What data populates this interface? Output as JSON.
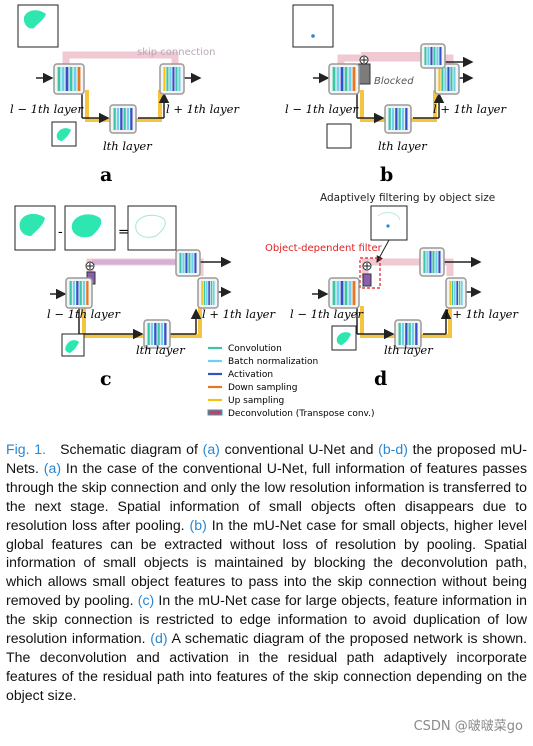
{
  "panels": {
    "a": {
      "letter": "a",
      "skip_label": "skip connection",
      "left_layer": "l − 1th layer",
      "right_layer": "l + 1th layer",
      "mid_layer": "lth layer"
    },
    "b": {
      "letter": "b",
      "blocked_label": "Blocked",
      "left_layer": "l − 1th layer",
      "right_layer": "l + 1th layer",
      "mid_layer": "lth layer"
    },
    "c": {
      "letter": "c",
      "minus_sign": "-",
      "equals_sign": "=",
      "left_layer": "l − 1th layer",
      "right_layer": "l + 1th layer",
      "mid_layer": "lth layer"
    },
    "d": {
      "letter": "d",
      "title": "Adaptively filtering by object size",
      "filter_label": "Object-dependent filter",
      "left_layer": "l − 1th layer",
      "right_layer": "l + 1th layer",
      "mid_layer": "lth layer"
    }
  },
  "legend": [
    {
      "label": "Convolution",
      "color": "#3cc6a6"
    },
    {
      "label": "Batch normalization",
      "color": "#6fd0f0"
    },
    {
      "label": "Activation",
      "color": "#3450c8"
    },
    {
      "label": "Down sampling",
      "color": "#e8761e"
    },
    {
      "label": "Up sampling",
      "color": "#f2c21a"
    },
    {
      "label": "Deconvolution (Transpose conv.)",
      "color": "#c83c6e"
    }
  ],
  "colors": {
    "skip": "#f0c9d2",
    "path": "#f5c542",
    "arrow": "#222222",
    "object": "#2ee6b0",
    "filter": "#e02020"
  },
  "caption": {
    "lead": "Fig. 1.",
    "body_1": "Schematic diagram of ",
    "ref_a": "(a)",
    "body_2": " conventional U-Net and ",
    "ref_bd": "(b-d)",
    "body_3": " the proposed mU-Nets. ",
    "ref_a2": "(a)",
    "body_4": " In the case of the conventional U-Net, full information of features passes through the skip connection and only the low resolution information is transferred to the next stage. Spatial information of small objects often disappears due to resolution loss after pooling. ",
    "ref_b": "(b)",
    "body_5": " In the mU-Net case for small objects, higher level global features can be extracted without loss of resolution by pooling. Spatial information of small objects is maintained by blocking the deconvolution path, which allows small object features to pass into the skip connection without being removed by pooling. ",
    "ref_c": "(c)",
    "body_6": " In the mU-Net case for large objects, feature information in the skip connection is restricted to edge information to avoid duplication of low resolution information. ",
    "ref_d": "(d)",
    "body_7": " A schematic diagram of the proposed network is shown. The deconvolution and activation in the residual path adaptively incorporate features of the residual path into features of the skip connection depending on the object size."
  },
  "watermark": "CSDN @啵啵菜go"
}
